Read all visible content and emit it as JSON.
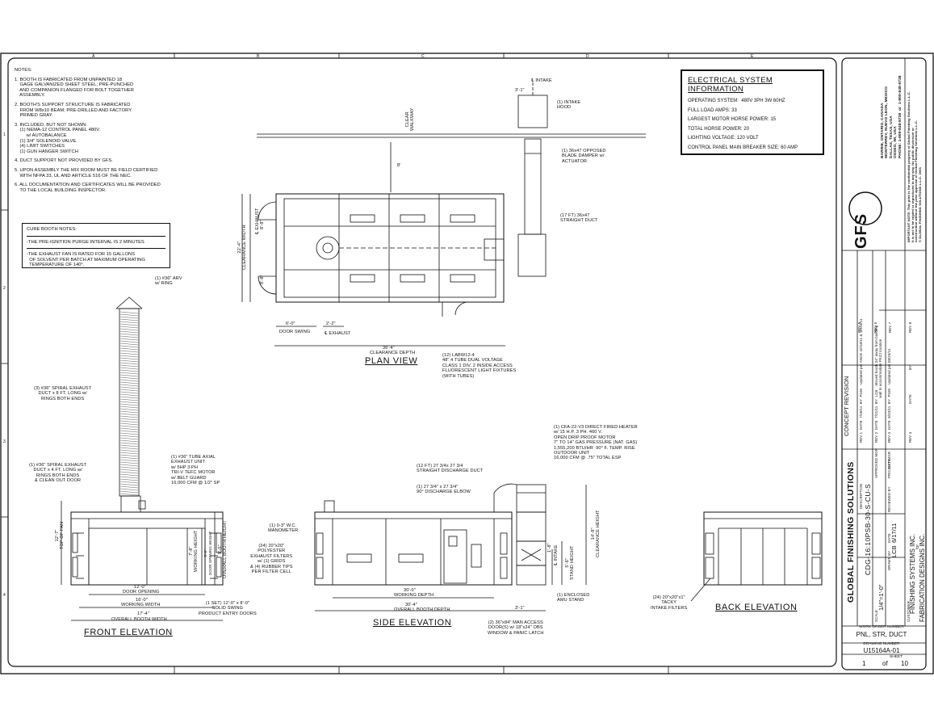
{
  "grid": {
    "columns": [
      "A",
      "B",
      "C",
      "D",
      "E"
    ],
    "rows": [
      "1",
      "2",
      "3",
      "4"
    ]
  },
  "notes": {
    "header": "NOTES:",
    "items": [
      "1. BOOTH IS FABRICATED FROM UNPAINTED 18\n    GAGE GALVANIZED SHEET STEEL; PRE-PUNCHED\n    AND COMPANION FLANGED FOR BOLT TOGETHER\n    ASSEMBLY.",
      "2. BOOTH'S SUPPORT STRUCTURE IS FABRICATED\n    FROM W8x10 BEAM; PRE-DRILLED AND FACTORY\n    PRIMED GRAY.",
      "3. INCLUDED, BUT NOT SHOWN:\n    (1) NEMA-12 CONTROL PANEL 480V.\n         w/ AUTOBALANCE\n    (1) 3/4\" SOLENOID VALVE.\n    (4) LIMIT SWITCHES\n    (1) GUN HANGER SWITCH",
      "4. DUCT SUPPORT NOT PROVIDED BY GFS.",
      "5. UPON ASSEMBLY THE MIX ROOM MUST BE FIELD CERTIFIED\n    WITH NFPA 33, UL AND ARTICLE 516 OF THE NEC.",
      "6. ALL DOCUMENTATION AND CERTIFICATES WILL BE PROVIDED\n    TO THE LOCAL BUILDING INSPECTOR."
    ]
  },
  "cure_notes": {
    "title": "CURE BOOTH NOTES:",
    "items": [
      "-THE PRE-IGNITION PURGE INTERVAL IS 2 MINUTES",
      "-THE EXHAUST FAN IS RATED FOR 15 GALLONS\n  OF SOLVENT PER BATCH AT MAXIMUM OPERATING\n  TEMPERATURE OF 140°."
    ]
  },
  "electrical": {
    "title": "ELECTRICAL SYSTEM INFORMATION",
    "rows": [
      "OPERATING SYSTEM:  480V 3PH 3W 60HZ",
      "FULL LOAD AMPS: 33",
      "LARGEST MOTOR HORSE POWER: 15",
      "TOTAL HORSE POWER: 20",
      "LIGHTING VOLTAGE: 120 VOLT",
      "CONTROL PANEL MAIN BREAKER SIZE: 60 AMP"
    ]
  },
  "views": {
    "plan": "PLAN VIEW",
    "front": "FRONT ELEVATION",
    "side": "SIDE ELEVATION",
    "back": "BACK ELEVATION"
  },
  "plan_labels": {
    "intake": "℄ INTAKE",
    "intake_dim": "3'-1\"",
    "intake_hood": "(1) INTAKE\nHOOD",
    "clear_walkway": "CLEAR\nWALKWAY",
    "damper": "(1) 36x47 OPPOSED\nBLADE DAMPER w/\nACTUATOR",
    "straight_duct": "(17 FT) 36x47\nSTRAIGHT DUCT",
    "dim_8": "8'",
    "clearance_width": "22'-4\"\nCLEARANCE WIDTH",
    "exhaust_cl": "℄ EXHAUST",
    "dim_8_8a": "8'-8\"",
    "dim_8_8b": "8'-8\"",
    "door_dim": "6'-0\"",
    "door_swing": "DOOR SWING",
    "exh_dim": "2'-2\"",
    "exhaust": "℄ EXHAUST",
    "clearance_depth_dim": "36'-4\"",
    "clearance_depth": "CLEARANCE DEPTH",
    "lights": "(12) LABW12-4\n48\" 4 TUBE DUAL VOLTAGE\nCLASS 1 DIV. 2 INSIDE ACCESS\nFLUORESCENT LIGHT FIXTURES\n(WITH TUBES)"
  },
  "front_labels": {
    "arv": "(1) #36\" ARV\nw/ RING",
    "spiral_exhaust": "(3) #36\" SPIRAL EXHAUST\nDUCT x 8 FT. LONG w/\nRINGS BOTH ENDS",
    "spiral_exhaust_4": "(1) #36\" SPIRAL EXHAUST\nDUCT x 4 FT. LONG w/\nRINGS BOTH ENDS\n& CLEAN OUT DOOR",
    "axial": "(1) #36\" TUBE AXIAL\nEXHAUST UNIT\nw/ 5HP 3 PH\nTRI-V TEFC MOTOR\nw/ BELT GUARD\n16,000 CFM @ 1/2\" SP",
    "top_of_fan": "12'-7\"\nTOP OF FAN",
    "door_opening_dim": "12'-0\"",
    "door_opening": "DOOR OPENING",
    "working_width_dim": "16'-0\"",
    "working_width": "WORKING WIDTH",
    "overall_width_dim": "17'-4\"",
    "overall_width": "OVERALL BOOTH WIDTH",
    "working_height": "7'-8\"\nWORKING HEIGHT",
    "door_height": "8'-0\"\nDOOR OPENING HEIGHT",
    "overall_height": "9'-5\"\nOVERALL BOOTH HEIGHT",
    "solid_swing": "(1 SET) 12'-0\" x 8'-0\"\nSOLID SWING\nPRODUCT ENTRY DOORS"
  },
  "side_labels": {
    "heater": "(1) CFA-22-V3 DIRECT FIRED HEATER\nw/ 15 H.P. 3 PH. 460 V.\nOPEN DRIP PROOF MOTOR\n7\" TO 14\" GAS PRESSURE (NAT. GAS)\n1,555,200 BTU/HR  90° F. TEMP. RISE\nOUTDOOR UNIT\n16,000 CFM @ .75\" TOTAL ESP",
    "discharge_duct": "(12 FT) 27 3/4x 27 3/4\nSTRAIGHT DISCHARGE DUCT",
    "elbow": "(1) 27 3/4\" x 27 3/4\"\n90° DISCHARGE ELBOW",
    "manometer": "(1) 0-3\" W.C.\nMANOMETER",
    "filters": "(24) 20\"x20\"\nPOLYESTER\nEXHAUST FILTERS\nw/ (1) GRIDS\n& (4) RUBBER TIPS\nPER FILTER CELL",
    "clearance_height": "14'-8\"\nCLEARANCE HEIGHT",
    "intake_cl": "℄ INTAKE",
    "intake_h": "1'-8\"",
    "stand_height": "5'-6\"\nSTAND HEIGHT",
    "amu_stand": "(1) ENCLOSED\nAMU STAND",
    "working_depth_dim": "30'-0\"",
    "working_depth": "WORKING DEPTH",
    "overall_depth_dim": "30'-4\"",
    "overall_depth": "OVERALL BOOTH DEPTH",
    "amu_dim": "3'-1\"",
    "man_door": "(2) 36\"x84\" MAN ACCESS\nDOOR(S) w/ 18\"x24\" OBS\nWINDOW & PANIC LATCH"
  },
  "back_labels": {
    "tacky": "(24) 20\"x20\"x1\"\nTACKY\nINTAKE FILTERS"
  },
  "title_block": {
    "company": "GLOBAL FINISHING SOLUTIONS",
    "logo": "GFS",
    "addresses": "BARRIE, ONTARIO, CANADA\nMONTERREY, NUEVO LEON, MEXICO\nDALLAS, TEXAS, USA\nOSSEO, WI, USA\nPHONE: 1-800-848-8738  or  1-800-848-8738",
    "notice": "IMPORTANT NOTE: This print is the confidential property of Global Finishing Solutions L.L.C.\nIt is not to be copied or reproduced in any way. No public disclosure or\nconstruction without the prior approval of Global Finishing Solutions L.L.C.\n© GLOBAL FINISHING SOLUTIONS L.L.C. 2003",
    "concept_revision": "CONCEPT REVISION",
    "rev_lines": [
      "REV 1  DATE  7/28/11  BY  PGM   -Updated per ANCE 10/18/11 & 10/23/11",
      "REV 2  DATE  7/21/11  BY  LCB   -Moved booth 24\" away from building\n                                          wall to accommodate PKZJ location",
      "REV 3  DATE  8/23/11  BY  PGM   -Updated per 08/23/11"
    ],
    "rev_empty": [
      "REV 4",
      "REV 5",
      "REV 6",
      "REV 7",
      "REV 8"
    ],
    "date_lbl": "DATE",
    "by_lbl": "BY",
    "description_lbl": "DESCRIPTION",
    "description": "CDG-16:10PSB-30-S-CU-S",
    "approved_lbl": "APPROVED MGR",
    "project_mgr_lbl": "PROJECT MGR",
    "reviewed_lbl": "REVIEWED BY",
    "date2_lbl": "DATE",
    "scale_lbl": "SCALE",
    "scale": "1/4\"=1'-0\"",
    "drawn_lbl": "DRAWN BY",
    "drawn": "LCB",
    "date3_lbl": "DATE",
    "date3": "6/17/11",
    "customer_lbl": "CUSTOMER",
    "customer": "FINISHING SYSTEMS INC.",
    "for_lbl": "for",
    "customer2": "FABRICATION DESIGNS INC.",
    "work_order_lbl": "WORK ORDER NUMBER",
    "work_order": "PNL, STR, DUCT",
    "drawing_lbl": "DRAWING NUMBER",
    "drawing": "U15164A-01",
    "sheet_lbl": "SHEET",
    "sheet": "1",
    "of_lbl": "of",
    "sheet_total": "10"
  }
}
